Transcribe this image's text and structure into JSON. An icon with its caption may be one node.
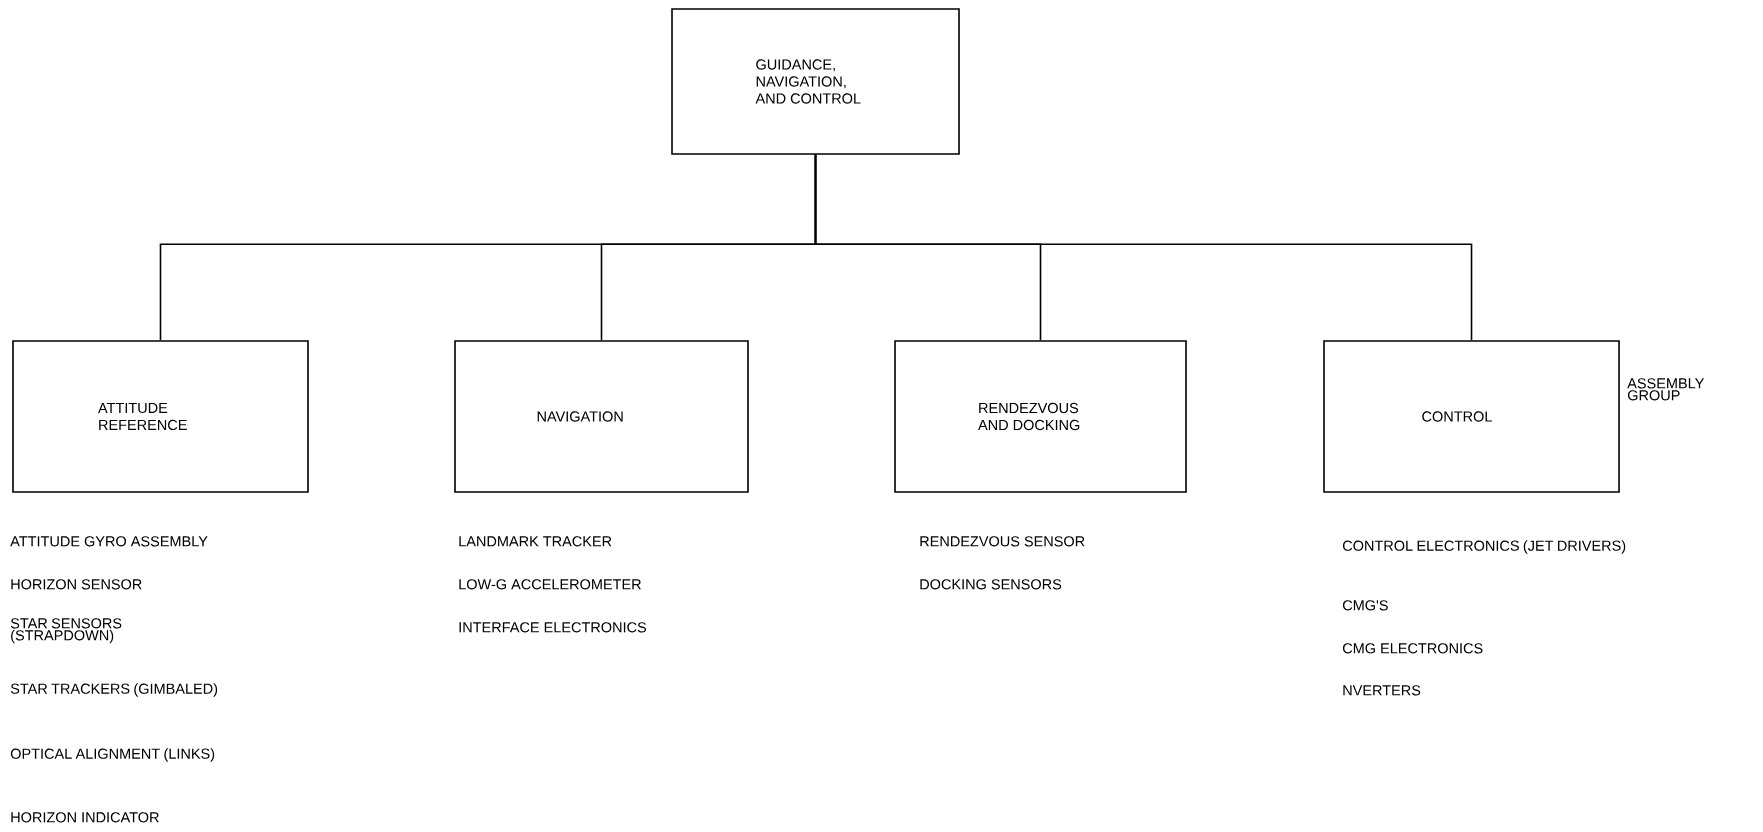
{
  "diagram": {
    "nodes": [
      {
        "text": [
          "GUIDANCE, NAVIGATION, AND CONTROL"
        ]
      },
      {
        "text": [
          "ATTITUDE REFERENCE"
        ]
      },
      {
        "text": [
          "NAVIGATION"
        ]
      },
      {
        "text": [
          "RENDEZVOUS AND DOCKING"
        ]
      },
      {
        "text": [
          "CONTROL"
        ]
      }
    ],
    "edges": [
      {
        "from": 0,
        "to": 1,
        "arrow": "none"
      },
      {
        "from": 0,
        "to": 2,
        "arrow": "none"
      },
      {
        "from": 0,
        "to": 3,
        "arrow": "none"
      },
      {
        "from": 0,
        "to": 4,
        "arrow": "none"
      }
    ],
    "labels": [
      "ASSEMBLY GROUP",
      "ATTITUDE GYRO ASSEMBLY",
      "HORIZON SENSOR",
      "STAR SENSORS (STRAPDOWN)",
      "STAR TRACKERS (GIMBALED)",
      "OPTICAL ALIGNMENT (LINKS)",
      "HORIZON INDICATOR",
      "LANDMARK TRACKER",
      "LOW-G ACCELEROMETER",
      "INTERFACE ELECTRONICS",
      "RENDEZVOUS SENSOR",
      "DOCKING SENSORS",
      "CONTROL ELECTRONICS (JET DRIVERS)",
      "CMG'S",
      "CMG ELECTRONICS",
      "NVERTERS"
    ]
  }
}
